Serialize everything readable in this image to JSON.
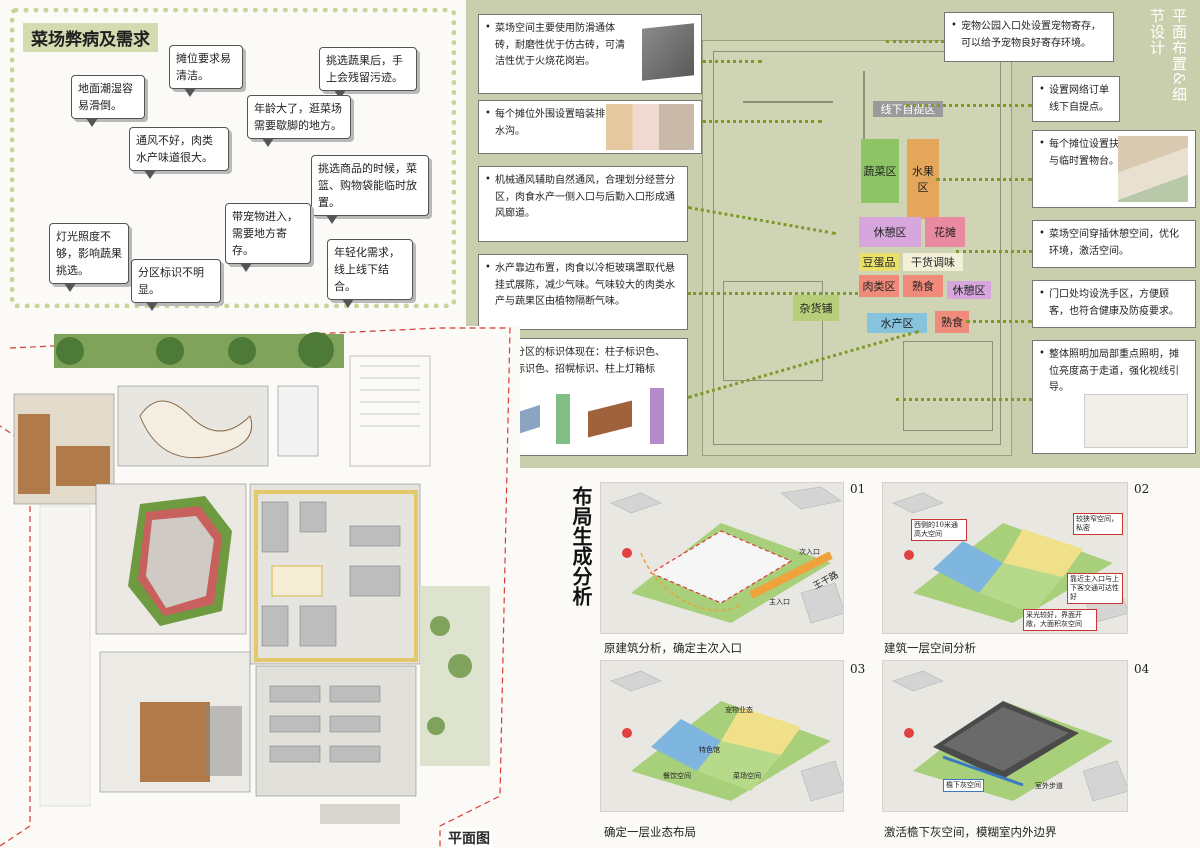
{
  "needs": {
    "title": "菜场弊病及需求",
    "bubbles": [
      "地面潮湿容易滑倒。",
      "摊位要求易清洁。",
      "挑选蔬果后，手上会残留污迹。",
      "通风不好，肉类水产味道很大。",
      "年龄大了，逛菜场需要歇脚的地方。",
      "挑选商品的时候，菜篮、购物袋能临时放置。",
      "带宠物进入，需要地方寄存。",
      "灯光照度不够，影响蔬果挑选。",
      "分区标识不明显。",
      "年轻化需求，线上线下结合。"
    ]
  },
  "detail": {
    "title": "平面布置&细节设计",
    "left_notes": [
      "菜场空间主要使用防滑通体砖，耐磨性优于仿古砖，可清洁性优于火烧花岗岩。",
      "每个摊位外围设置暗装排水沟。",
      "机械通风辅助自然通风，合理划分经营分区，肉食水产一侧入口与后勤入口形成通风廊道。",
      "水产靠边布置，肉食以冷柜玻璃罩取代悬挂式展陈，减少气味。气味较大的肉类水产与蔬果区由植物隔断气味。",
      "不同分区的标识体现在：柱子标识色、摊位标识色、招幌标识、柱上灯箱标识。"
    ],
    "right_notes": [
      "宠物公园入口处设置宠物寄存，可以给予宠物良好寄存环境。",
      "设置网络订单线下自提点。",
      "每个摊位设置扶手与临时置物台。",
      "菜场空间穿插休憩空间，优化环境，激活空间。",
      "门口处均设洗手区，方便顾客，也符合健康及防疫要求。",
      "整体照明加局部重点照明，摊位亮度高于走道，强化视线引导。"
    ],
    "zones": {
      "pickup": "线下自提区",
      "veg": "蔬菜区",
      "fruit": "水果区",
      "rest1": "休憩区",
      "flower": "花摊",
      "tofu": "豆蛋品",
      "dry": "干货调味",
      "meat": "肉类区",
      "cooked1": "熟食",
      "rest2": "休憩区",
      "grocery": "杂货铺",
      "aquatic": "水产区",
      "cooked2": "熟食"
    }
  },
  "plan": {
    "label": "平面图"
  },
  "analysis": {
    "title": "布局生成分析",
    "steps": [
      {
        "num": "01",
        "caption": "原建筑分析，确定主次入口",
        "labels": [
          "次入口",
          "主入口",
          "王干路"
        ]
      },
      {
        "num": "02",
        "caption": "建筑一层空间分析",
        "labels": [
          "西侧的10米通高大空间",
          "较狭窄空间，私密",
          "靠近主入口与上下客交通可达性好",
          "采光较好，界面开敞，大面积灰空间"
        ]
      },
      {
        "num": "03",
        "caption": "确定一层业态布局",
        "labels": [
          "宠物业态",
          "特色馆",
          "菜场空间",
          "餐饮空间"
        ]
      },
      {
        "num": "04",
        "caption": "激活檐下灰空间，模糊室内外边界",
        "labels": [
          "檐下灰空间",
          "室外步道"
        ]
      }
    ]
  },
  "colors": {
    "panel": "#c9cfac",
    "veg": "#8dc466",
    "fruit": "#e3a65a",
    "rest": "#d7a6dc",
    "flower": "#ea8aa0",
    "meat": "#f08a7a",
    "tofu": "#e8e06a",
    "aquatic": "#86c3dc",
    "pickup": "#9a9a9a",
    "grocery": "#b7cf7a"
  }
}
